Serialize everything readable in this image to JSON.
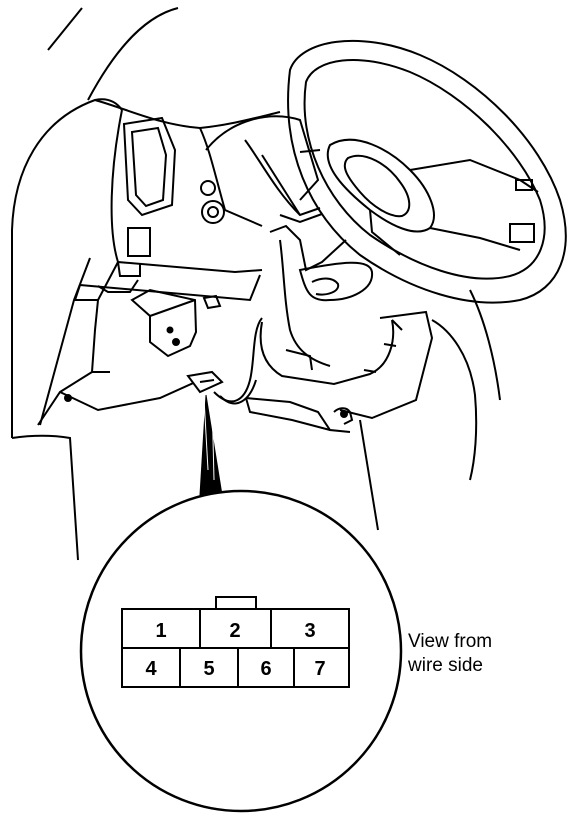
{
  "diagram": {
    "connector": {
      "pins_top_row": [
        "1",
        "2",
        "3"
      ],
      "pins_bottom_row": [
        "4",
        "5",
        "6",
        "7"
      ]
    },
    "caption": {
      "line1": "View from",
      "line2": "wire side"
    },
    "colors": {
      "line": "#000000",
      "background": "#ffffff"
    },
    "icons": [
      "steering-wheel-icon",
      "steering-column-icon",
      "dashboard-icon",
      "connector-icon"
    ]
  }
}
